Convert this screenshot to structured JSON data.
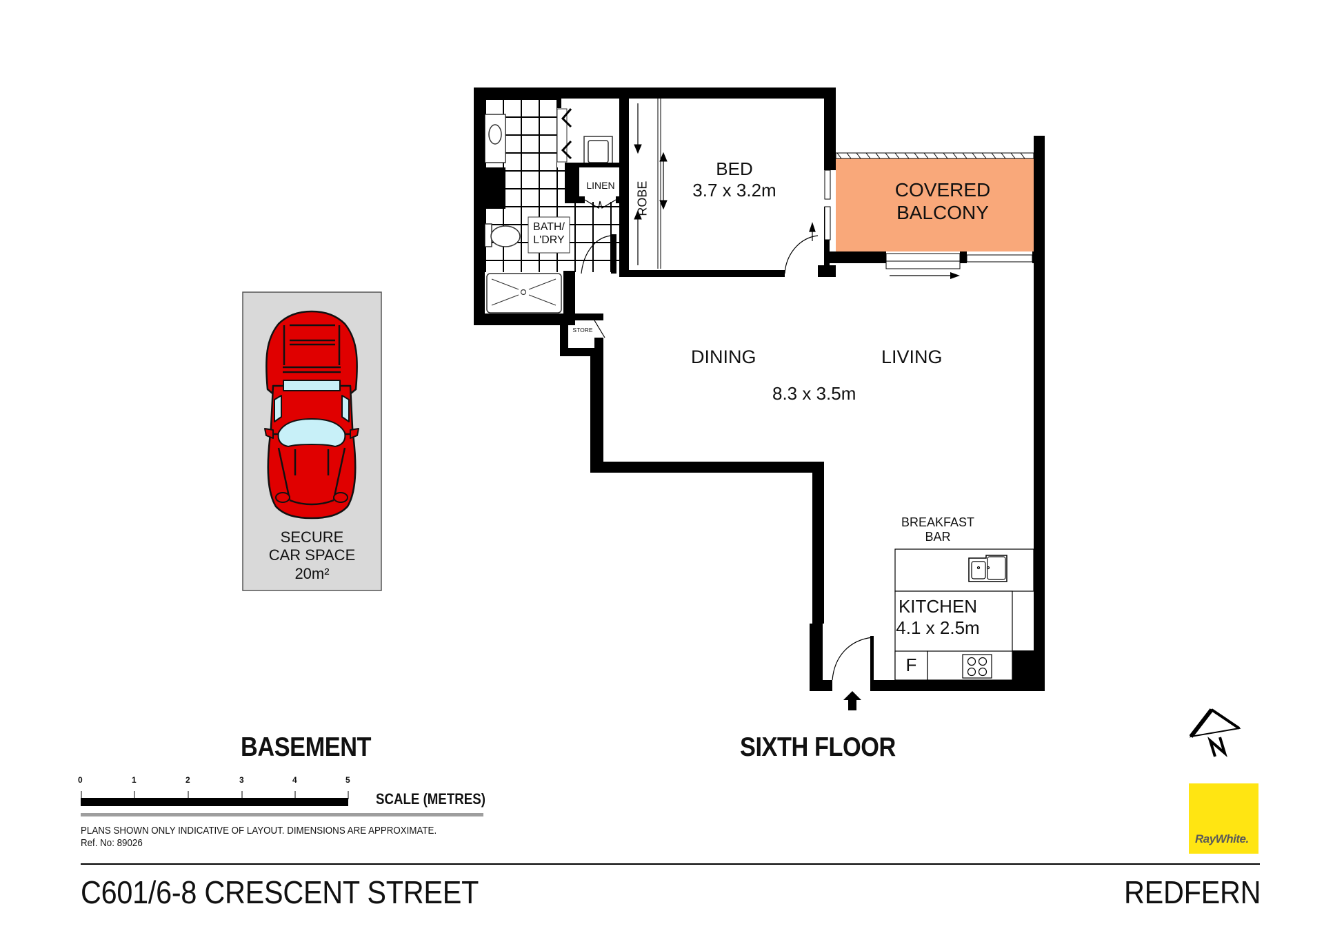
{
  "colors": {
    "wall": "#000000",
    "balcony_fill": "#F9A87A",
    "car_space_fill": "#D9D9D9",
    "car_body": "#E00000",
    "car_glass": "#C8F0F8",
    "logo_bg": "#FFE512",
    "logo_text": "#5A5A5A",
    "scale_underline": "#9E9E9E"
  },
  "plan": {
    "floor_labels": {
      "basement": "BASEMENT",
      "sixth_floor": "SIXTH FLOOR"
    },
    "rooms": {
      "bath": {
        "line1": "BATH/",
        "line2": "L'DRY"
      },
      "linen": "LINEN",
      "robe": "ROBE",
      "store": "STORE",
      "bed": {
        "name": "BED",
        "size": "3.7 x 3.2m"
      },
      "balcony": {
        "line1": "COVERED",
        "line2": "BALCONY"
      },
      "dining": "DINING",
      "living": "LIVING",
      "living_size": "8.3 x 3.5m",
      "breakfast_bar": {
        "line1": "BREAKFAST",
        "line2": "BAR"
      },
      "kitchen": {
        "name": "KITCHEN",
        "size": "4.1 x 2.5m"
      },
      "fridge": "F"
    },
    "car_space": {
      "line1": "SECURE",
      "line2": "CAR SPACE",
      "line3": "20m²"
    },
    "entry_icon": "entry-arrow-icon",
    "compass": {
      "icon": "north-arrow-icon",
      "label": "N"
    }
  },
  "scale": {
    "ticks": [
      "0",
      "1",
      "2",
      "3",
      "4",
      "5"
    ],
    "label": "SCALE (METRES)"
  },
  "disclaimer": {
    "line1": "PLANS SHOWN ONLY INDICATIVE OF LAYOUT.  DIMENSIONS ARE APPROXIMATE.",
    "line2": "Ref. No: 89026"
  },
  "footer": {
    "address": "C601/6-8 CRESCENT STREET",
    "suburb": "REDFERN"
  },
  "brand": {
    "logo_text": "RayWhite."
  }
}
